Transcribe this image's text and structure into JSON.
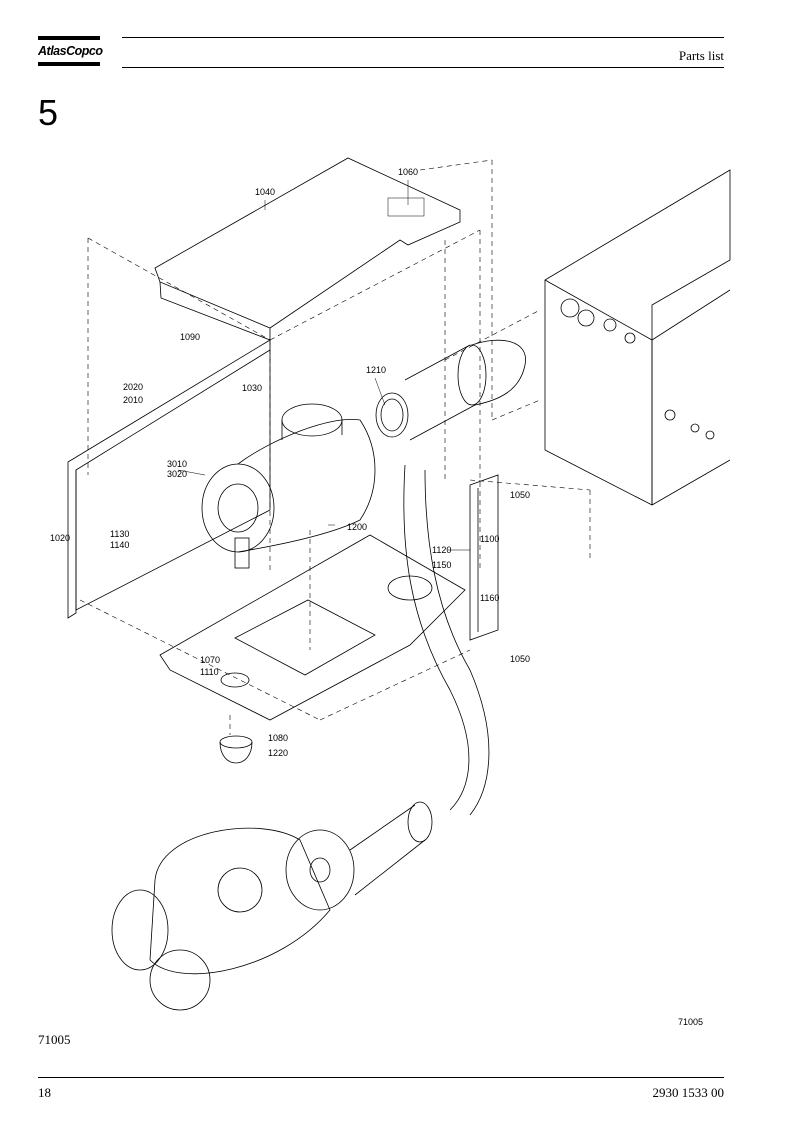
{
  "header": {
    "logo_text": "AtlasCopco",
    "title": "Parts list"
  },
  "section": {
    "number": "5"
  },
  "figure": {
    "code": "71005",
    "part_labels": [
      "1040",
      "1060",
      "1090",
      "2020",
      "2010",
      "1030",
      "1210",
      "3010",
      "3020",
      "1020",
      "1130",
      "1140",
      "1200",
      "1050",
      "1120",
      "1100",
      "1150",
      "1160",
      "1050",
      "1070",
      "1110",
      "1080",
      "1220"
    ]
  },
  "caption": {
    "text": "71005"
  },
  "footer": {
    "page_number": "18",
    "doc_number": "2930 1533 00"
  }
}
